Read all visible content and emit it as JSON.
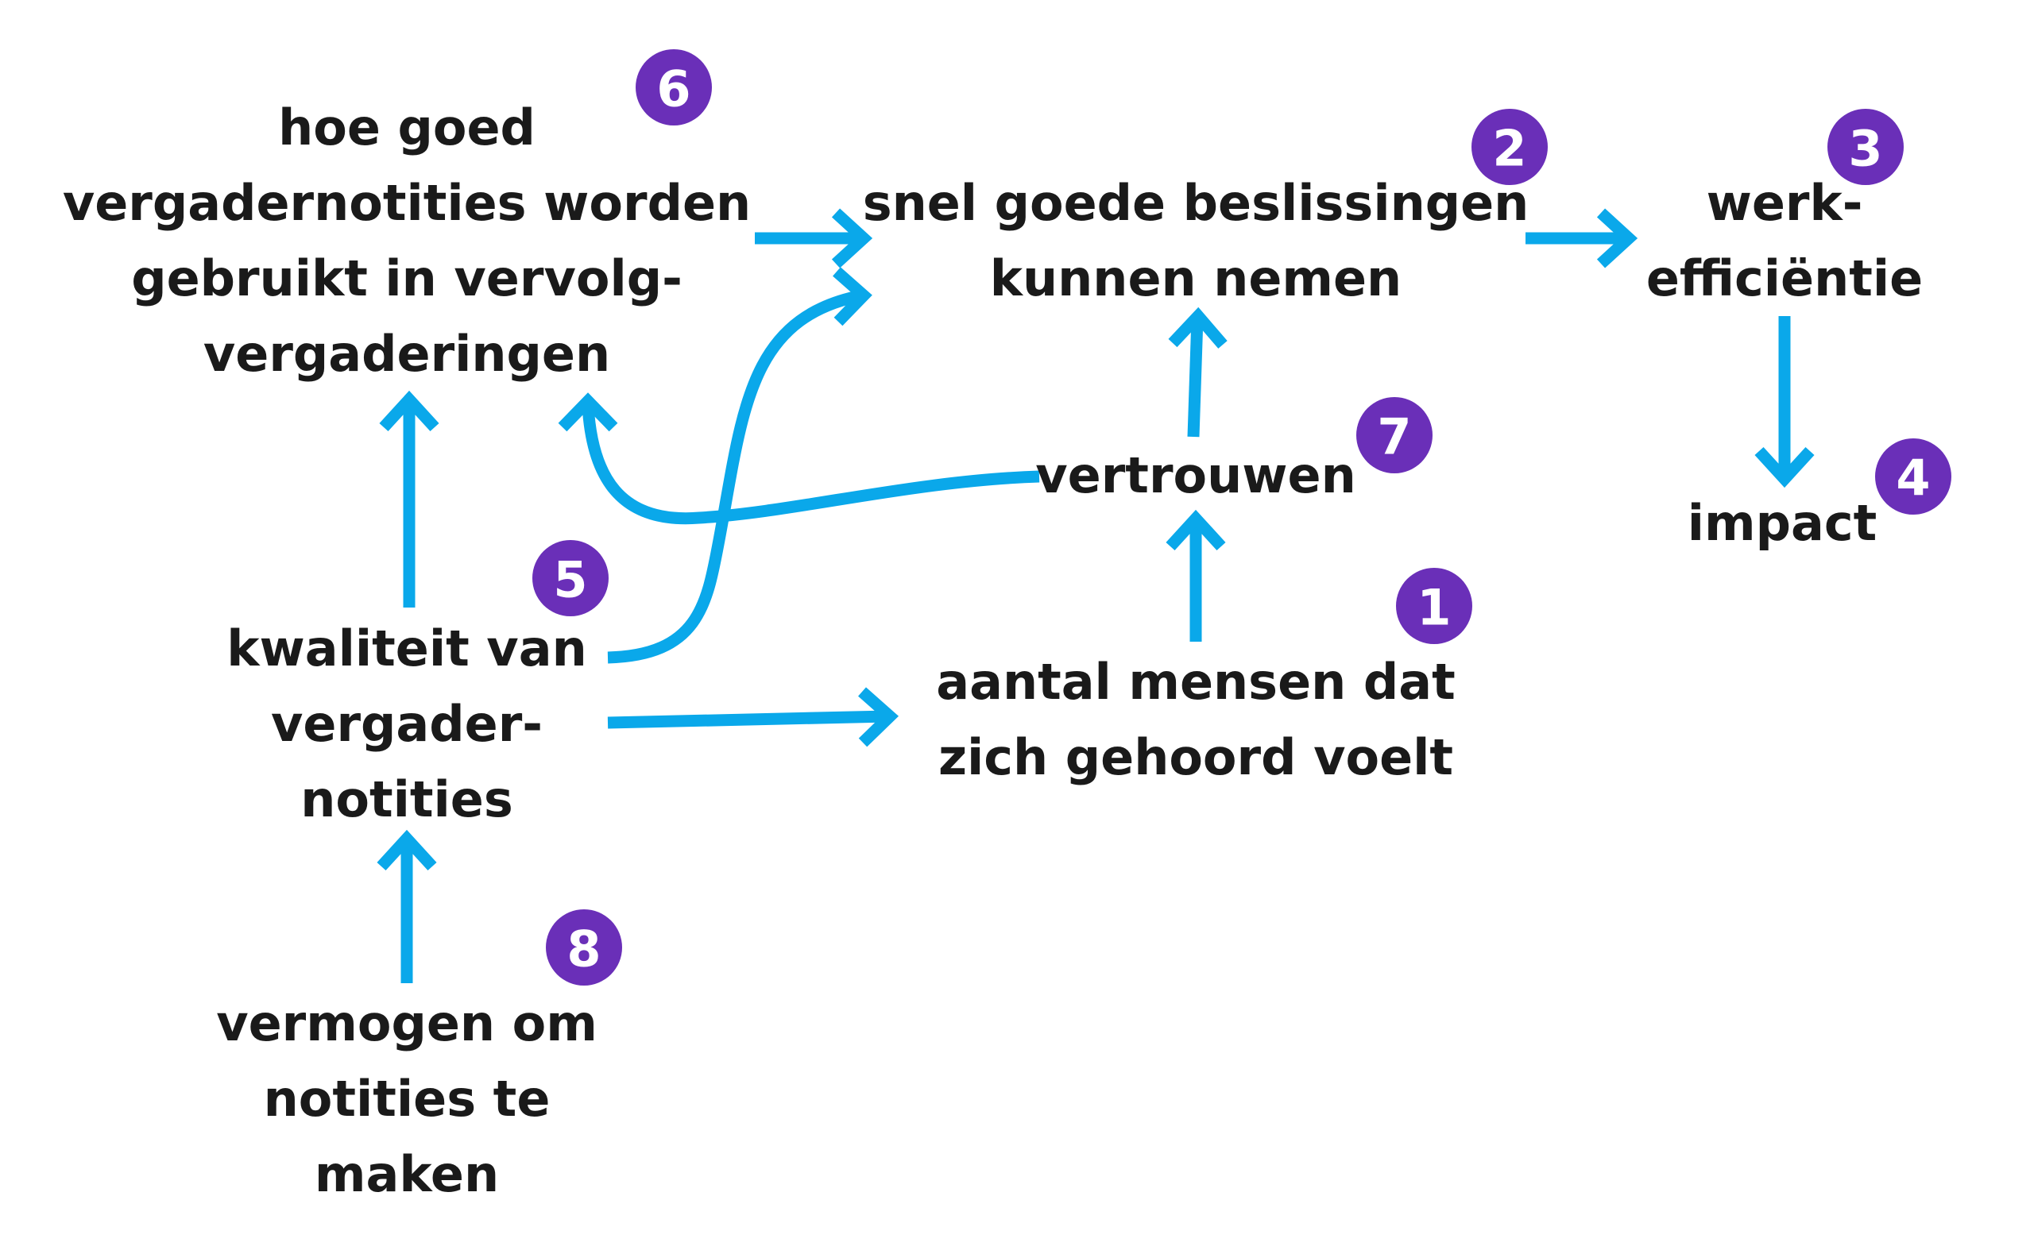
{
  "colors": {
    "arrow": "#0aa8ea",
    "badge": "#6a2fb8",
    "text": "#1a1a1a",
    "badge_text": "#ffffff"
  },
  "nodes": {
    "notes_reuse": {
      "badge": "6",
      "lines": [
        "hoe goed",
        "vergadernotities worden",
        "gebruikt in vervolg-",
        "vergaderingen"
      ]
    },
    "decisions": {
      "badge": "2",
      "lines": [
        "snel goede beslissingen",
        "kunnen nemen"
      ]
    },
    "efficiency": {
      "badge": "3",
      "lines": [
        "werk-",
        "efficiëntie"
      ]
    },
    "impact": {
      "badge": "4",
      "lines": [
        "impact"
      ]
    },
    "trust": {
      "badge": "7",
      "lines": [
        "vertrouwen"
      ]
    },
    "note_quality": {
      "badge": "5",
      "lines": [
        "kwaliteit van",
        "vergader-",
        "notities"
      ]
    },
    "heard": {
      "badge": "1",
      "lines": [
        "aantal mensen dat",
        "zich gehoord voelt"
      ]
    },
    "note_ability": {
      "badge": "8",
      "lines": [
        "vermogen om",
        "notities te",
        "maken"
      ]
    }
  }
}
